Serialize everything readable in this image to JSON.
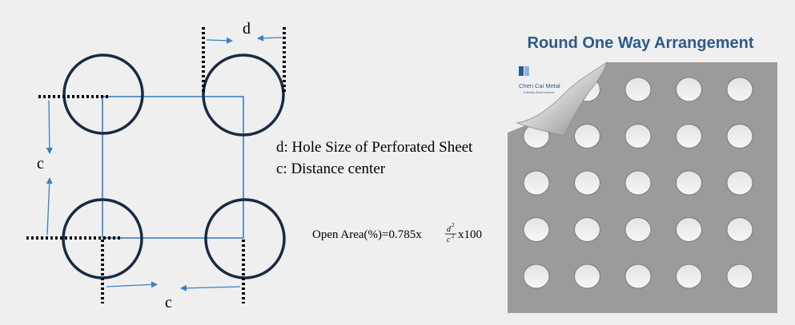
{
  "labels": {
    "d_top": "d",
    "c_left": "c",
    "c_bottom": "c"
  },
  "legend": {
    "line1": "d: Hole Size of Perforated Sheet",
    "line2": "c: Distance center"
  },
  "formula": {
    "prefix": "Open Area(%)=0.785x",
    "numerator": "d",
    "numerator_exp": "2",
    "denominator": "c",
    "denominator_exp": "2",
    "suffix": " x100"
  },
  "sheet": {
    "title": "Round One Way Arrangement",
    "brand": "Chen Cai Metal",
    "brand_tagline": "Friendly Environment",
    "rows": 5,
    "cols": 5
  },
  "colors": {
    "circle_stroke": "#1a2a44",
    "guide_lines": "#3b7ec0",
    "title_blue": "#2d5a8a",
    "sheet_fill": "#9b9b9b",
    "hole_fill": "#efefef"
  }
}
